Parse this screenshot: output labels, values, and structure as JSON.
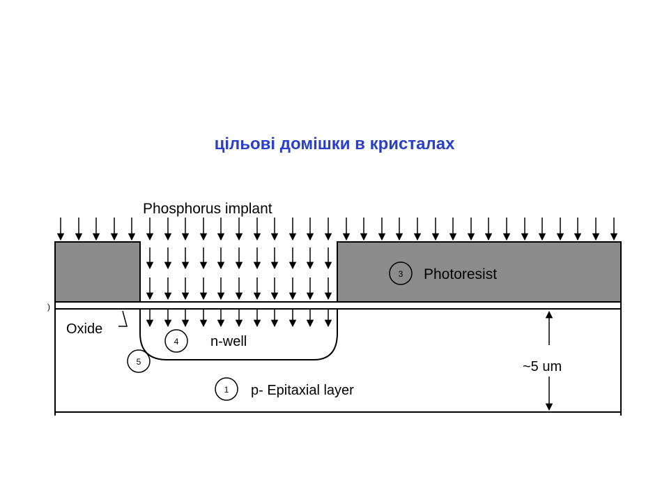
{
  "slide": {
    "title": "цільові домішки в кристалах",
    "title_color": "#2a3fc9"
  },
  "diagram": {
    "implant_label": "Phosphorus implant",
    "photoresist_label": "Photoresist",
    "oxide_label": "Oxide",
    "nwell_label": "n-well",
    "epi_label": "p- Epitaxial layer",
    "thickness_label": "~5 um",
    "markers": {
      "m1": "1",
      "m3": "3",
      "m4": "4",
      "m5": "5"
    },
    "colors": {
      "photoresist": "#8c8c8c",
      "line": "#000000"
    }
  }
}
